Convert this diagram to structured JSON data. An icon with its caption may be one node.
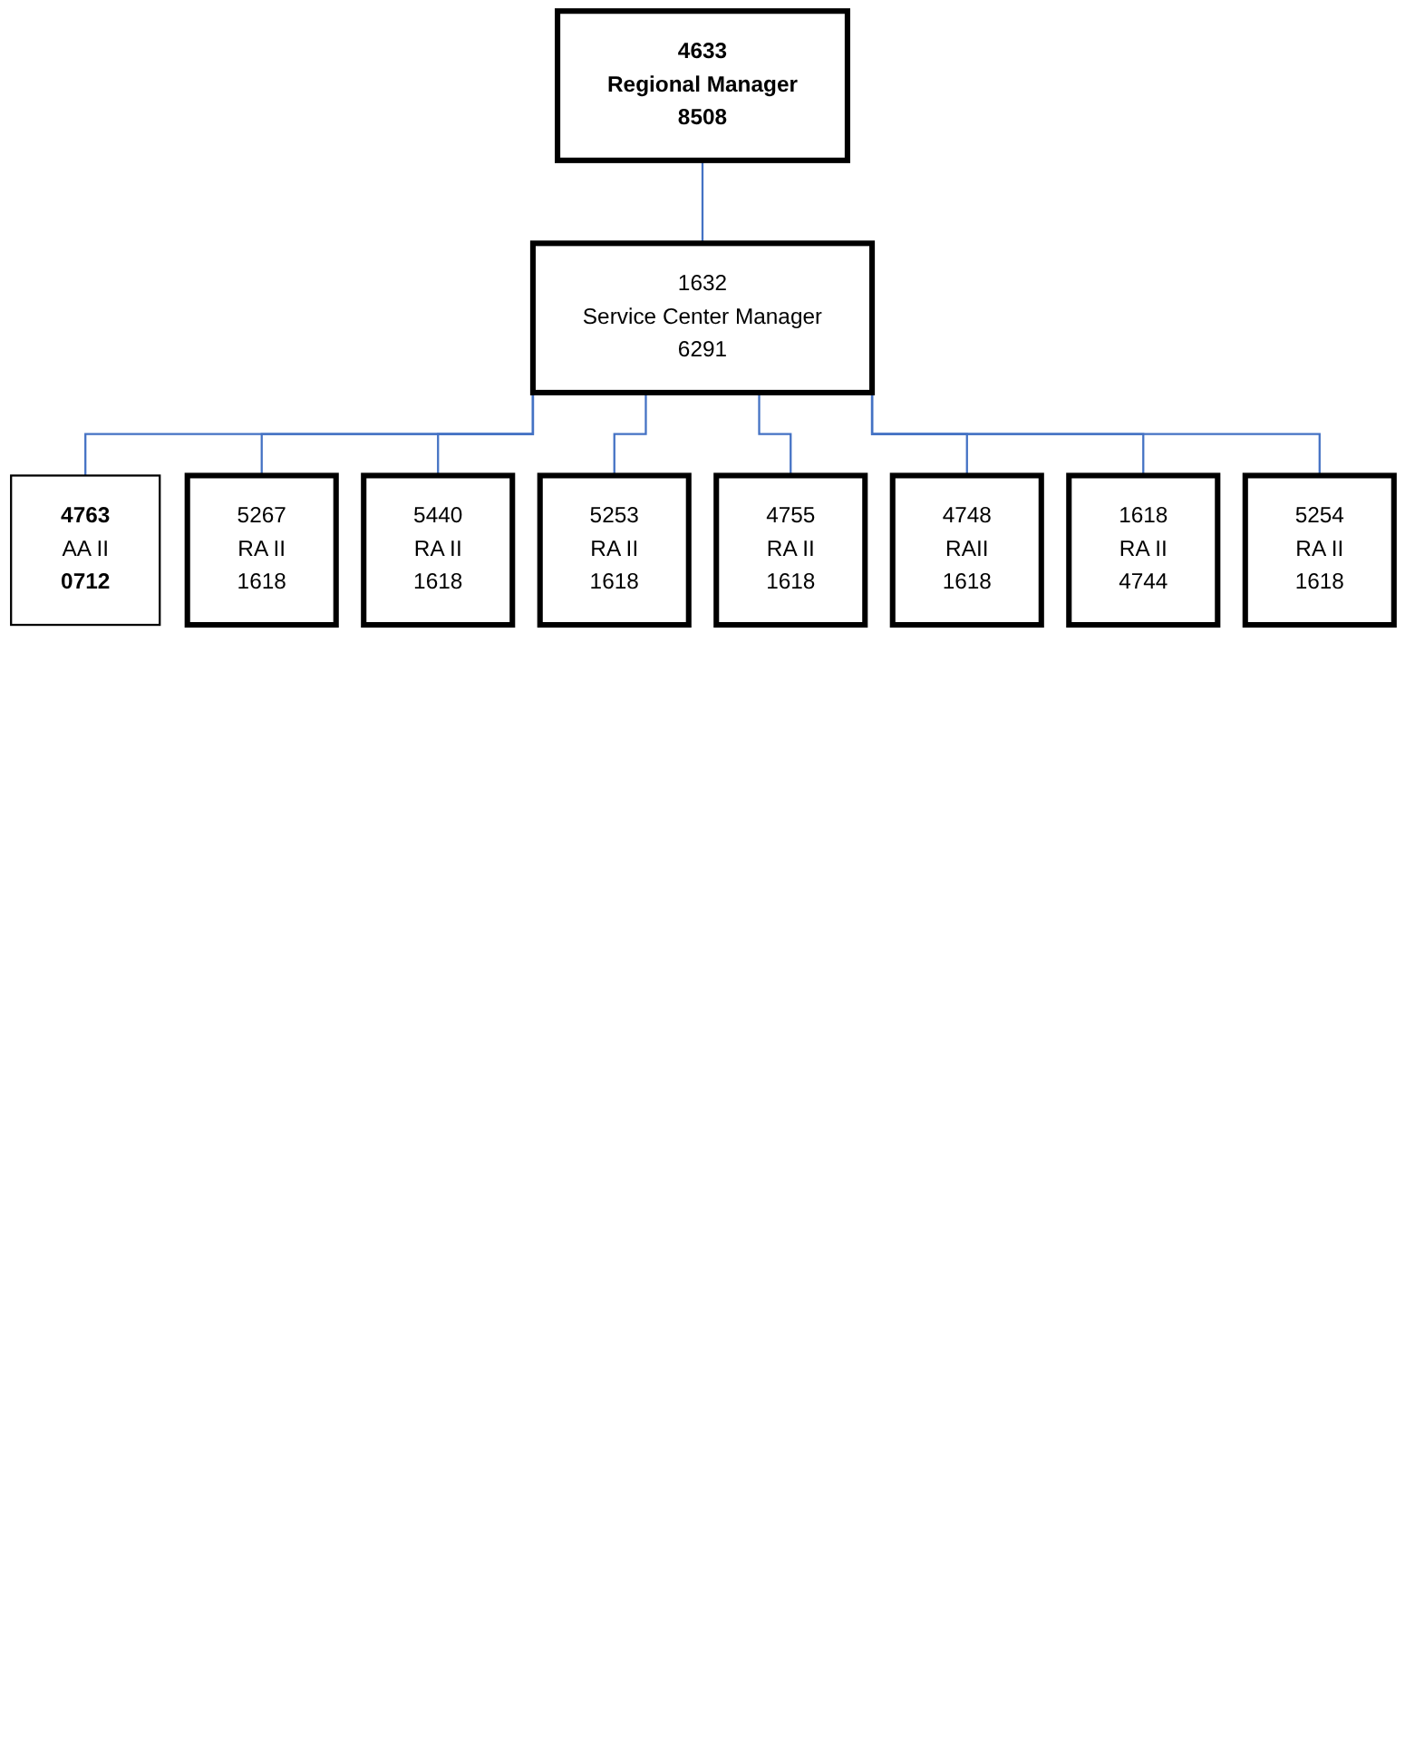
{
  "diagram": {
    "nodes": [
      {
        "text": [
          "4633",
          "Regional Manager",
          "8508"
        ]
      },
      {
        "text": [
          "1632",
          "Service Center Manager",
          "6291"
        ]
      },
      {
        "text": [
          "4763",
          "AA II",
          "0712"
        ]
      },
      {
        "text": [
          "5267",
          "RA II",
          "1618"
        ]
      },
      {
        "text": [
          "5440",
          "RA II",
          "1618"
        ]
      },
      {
        "text": [
          "5253",
          "RA II",
          "1618"
        ]
      },
      {
        "text": [
          "4755",
          "RA II",
          "1618"
        ]
      },
      {
        "text": [
          "4748",
          "RAII",
          "1618"
        ]
      },
      {
        "text": [
          "1618",
          "RA II",
          "4744"
        ]
      },
      {
        "text": [
          "5254",
          "RA II",
          "1618"
        ]
      }
    ],
    "edges": [
      {
        "from": 0,
        "to": 1,
        "arrow": "none"
      },
      {
        "from": 1,
        "to": 2,
        "arrow": "none"
      },
      {
        "from": 1,
        "to": 3,
        "arrow": "none"
      },
      {
        "from": 1,
        "to": 4,
        "arrow": "none"
      },
      {
        "from": 1,
        "to": 5,
        "arrow": "none"
      },
      {
        "from": 1,
        "to": 6,
        "arrow": "none"
      },
      {
        "from": 1,
        "to": 7,
        "arrow": "none"
      },
      {
        "from": 1,
        "to": 8,
        "arrow": "none"
      },
      {
        "from": 1,
        "to": 9,
        "arrow": "none"
      }
    ]
  }
}
